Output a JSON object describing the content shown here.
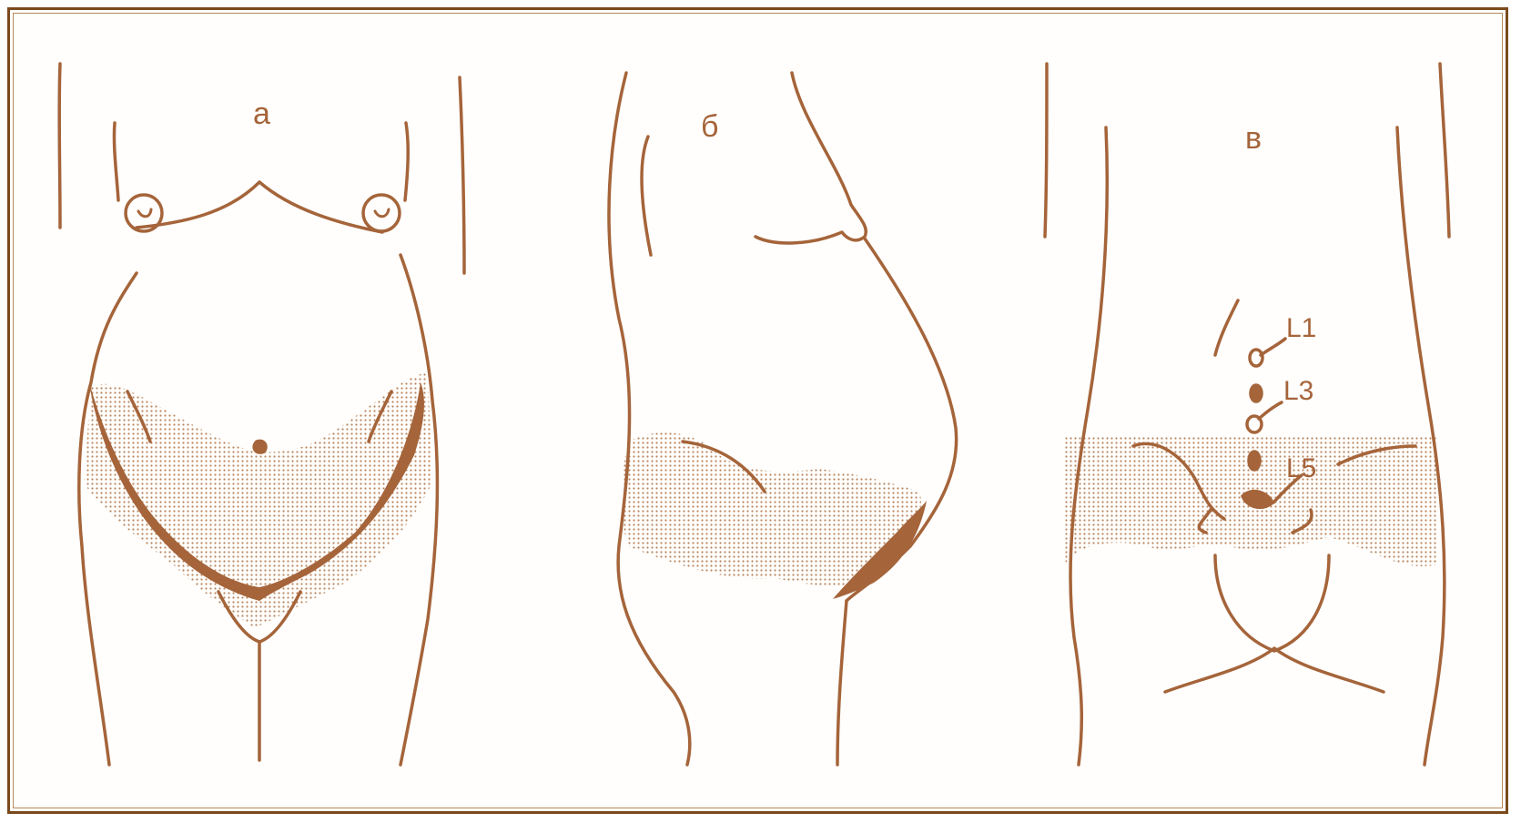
{
  "figure": {
    "panels": [
      {
        "id": "front",
        "label": "а"
      },
      {
        "id": "side",
        "label": "б"
      },
      {
        "id": "back",
        "label": "в"
      }
    ],
    "vertebra_labels": [
      "L1",
      "L3",
      "L5"
    ]
  },
  "colors": {
    "line": "#a5643a",
    "shading": "#c9a07c",
    "frame": "#7a4a1c"
  }
}
